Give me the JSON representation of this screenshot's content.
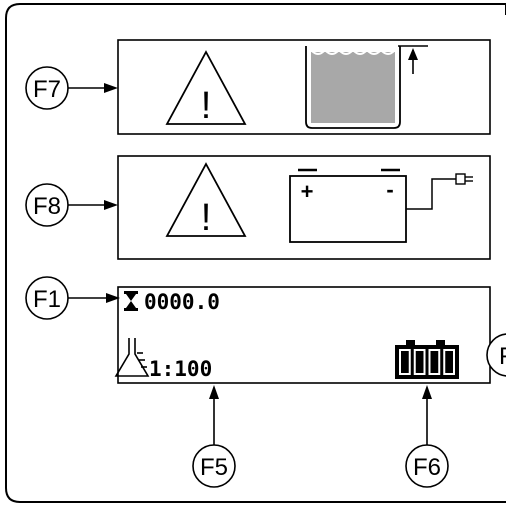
{
  "callouts": {
    "f7": "F7",
    "f8": "F8",
    "f1": "F1",
    "f5": "F5",
    "f6": "F6",
    "edge_partial": "F"
  },
  "panels": {
    "f7_warning": {
      "symbol": "!"
    },
    "f8_warning": {
      "symbol": "!",
      "battery_plus": "+",
      "battery_minus": "-"
    },
    "main_display": {
      "counter": "0000.0",
      "ratio": "1:100",
      "battery_level": 4
    }
  },
  "icons": {
    "warning": "warning-triangle-icon",
    "tank": "tank-level-icon",
    "battery": "battery-icon",
    "plug": "plug-icon",
    "hourglass": "hourglass-icon",
    "flask": "flask-icon"
  },
  "colors": {
    "line": "#000000",
    "tank_fill": "#a8a8a8",
    "background": "#ffffff"
  }
}
